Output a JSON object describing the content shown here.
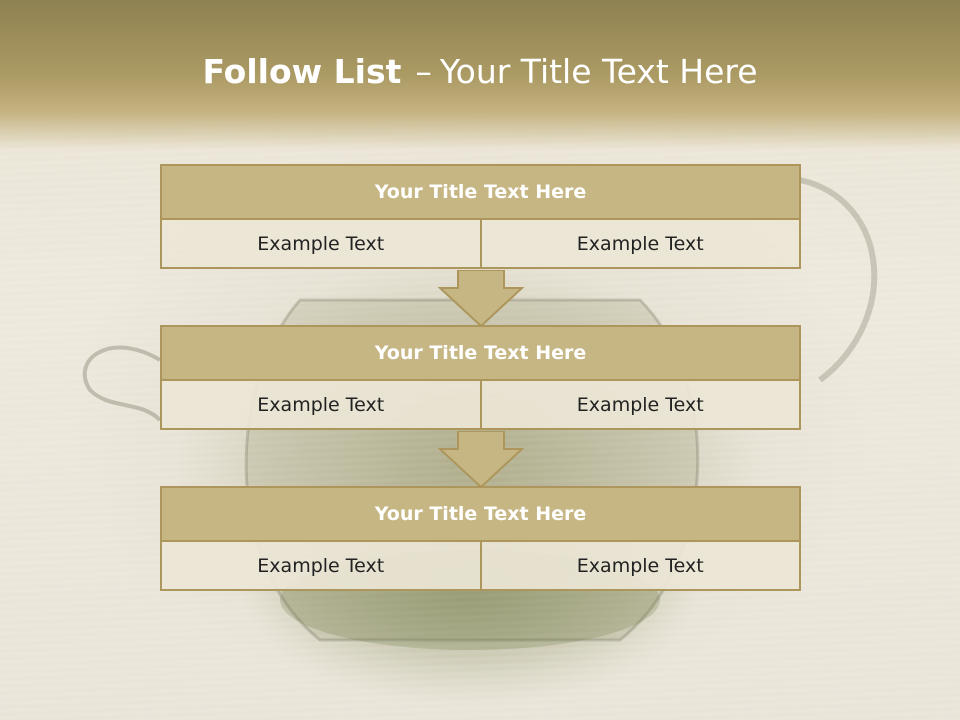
{
  "slide": {
    "title_bold": "Follow List",
    "title_dash": "–",
    "title_rest": "Your Title Text Here"
  },
  "blocks": [
    {
      "title": "Your Title Text Here",
      "left": "Example Text",
      "right": "Example Text"
    },
    {
      "title": "Your Title Text Here",
      "left": "Example Text",
      "right": "Example Text"
    },
    {
      "title": "Your Title Text Here",
      "left": "Example Text",
      "right": "Example Text"
    }
  ],
  "colors": {
    "header": "#ab9a63",
    "block_title": "#c6b684",
    "border": "#ad965c",
    "cell": "#ece6d6"
  },
  "background_image": "glass teapot with green tea leaves on wooden table"
}
